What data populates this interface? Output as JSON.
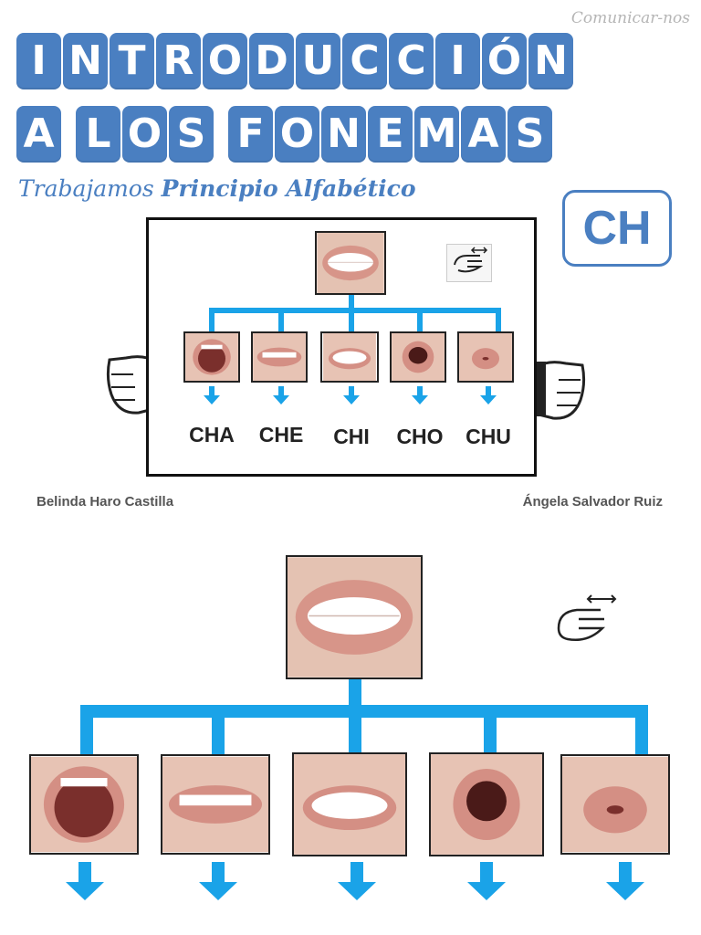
{
  "brand": "Comunicar-nos",
  "title": {
    "line1": [
      "I",
      "N",
      "T",
      "R",
      "O",
      "D",
      "U",
      "C",
      "C",
      "I",
      "Ó",
      "N"
    ],
    "line2": [
      "A",
      " ",
      "L",
      "O",
      "S",
      " ",
      "F",
      "O",
      "N",
      "E",
      "M",
      "A",
      "S"
    ]
  },
  "subtitle": {
    "part1": "Trabajamos",
    "part2": "Principio Alfabético"
  },
  "badge": "CH",
  "syllables": [
    "CHA",
    "CHE",
    "CHI",
    "CHO",
    "CHU"
  ],
  "authors": {
    "left": "Belinda  Haro Castilla",
    "right": "Ángela Salvador Ruiz"
  },
  "icons": {
    "gesture": "hand-gesture-icon",
    "holding_hands": "hand-icon"
  },
  "colors": {
    "title_tile": "#4a7fc1",
    "connector": "#1aa3e8"
  }
}
